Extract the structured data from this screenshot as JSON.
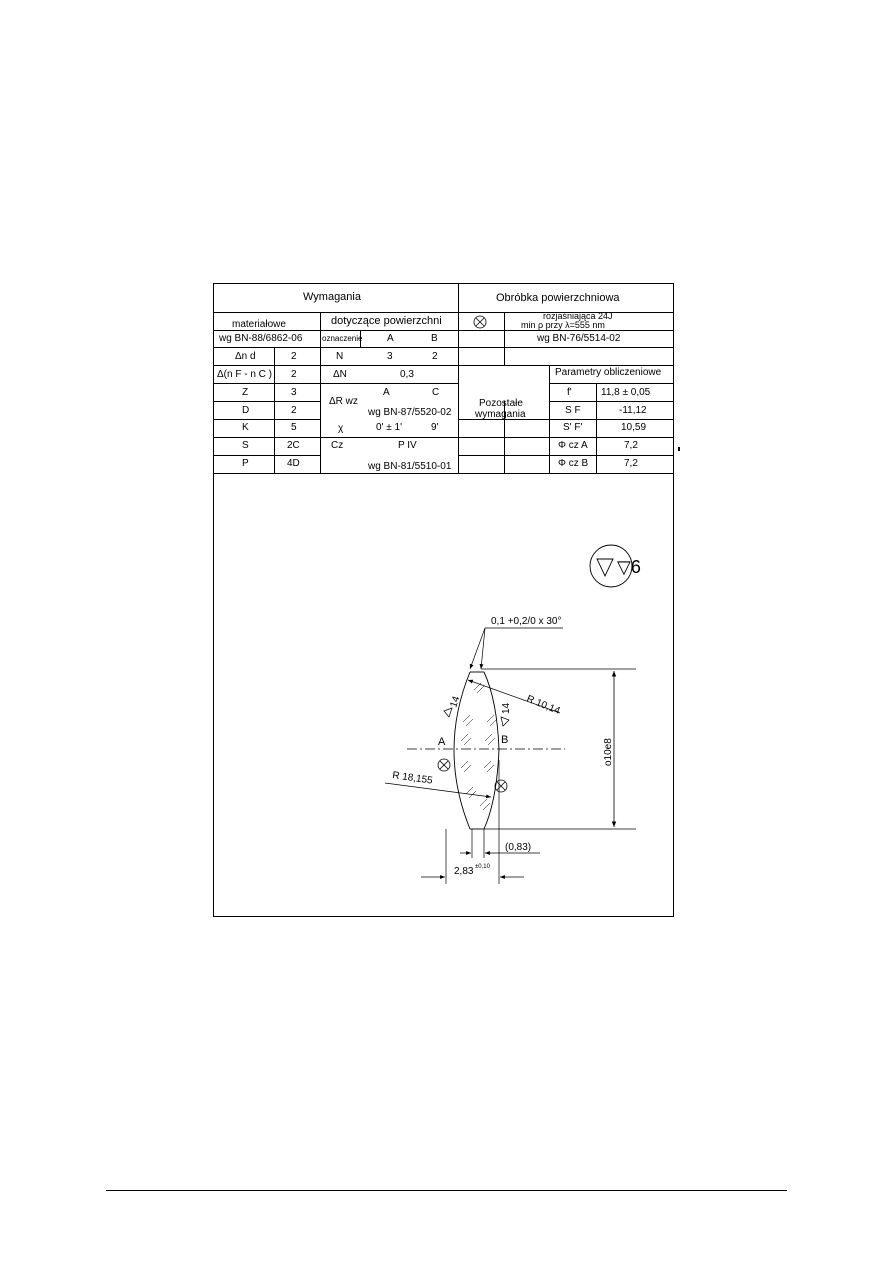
{
  "header": {
    "requirements": "Wymagania",
    "surface_treatment": "Obróbka powierzchniowa",
    "material": "materiałowe",
    "material_std": "wg BN-88/6862-06",
    "surface": "dotyczące powierzchni",
    "designation": "oznaczenie",
    "col_a": "A",
    "col_b": "B",
    "coating_line1": "rozjaśniająca 24J",
    "coating_line2": "min ρ   przy λ=555 nm",
    "coating_std": "wg BN-76/5514-02",
    "other_req_line1": "Pozostałe",
    "other_req_line2": "wymagania",
    "calc_params": "Parametry obliczeniowe"
  },
  "material_rows": [
    {
      "name": "Δn d",
      "value": "2"
    },
    {
      "name": "Δ(n F - n C )",
      "value": "2"
    },
    {
      "name": "Z",
      "value": "3"
    },
    {
      "name": "D",
      "value": "2"
    },
    {
      "name": "K",
      "value": "5"
    },
    {
      "name": "S",
      "value": "2C"
    },
    {
      "name": "P",
      "value": "4D"
    }
  ],
  "surface_rows": {
    "N_label": "N",
    "N_a": "3",
    "N_b": "2",
    "dN_label": "ΔN",
    "dN_val": "0,3",
    "dRwz_label": "ΔR wz",
    "dRwz_a": "A",
    "dRwz_c": "C",
    "dRwz_std": "wg BN-87/5520-02",
    "chi_label": "χ",
    "chi_a": "0' ± 1'",
    "chi_b": "9'",
    "cz_label": "Cz",
    "cz_val": "P IV",
    "cz_std": "wg BN-81/5510-01"
  },
  "calc_rows": [
    {
      "name": "f'",
      "value": "11,8 ± 0,05"
    },
    {
      "name": "S F",
      "value": "-11,12"
    },
    {
      "name": "S' F'",
      "value": "10,59"
    },
    {
      "name": "Φ cz A",
      "value": "7,2"
    },
    {
      "name": "Φ cz B",
      "value": "7,2"
    }
  ],
  "drawing": {
    "roughness_symbol": "▽6",
    "chamfer": "0,1 +0,2/0 x 30°",
    "r1": "R 10,14",
    "r2": "R 18,155",
    "roughness_left": "14",
    "roughness_right": "14",
    "surface_a": "A",
    "surface_b": "B",
    "diameter": "ο10e8",
    "edge_thickness": "(0,83)",
    "thickness": "2,83",
    "thickness_tol": "±0,10"
  }
}
